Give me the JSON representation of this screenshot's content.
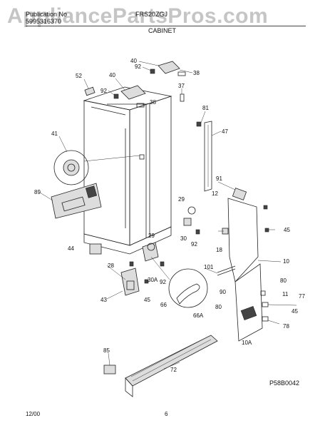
{
  "header": {
    "publication_label": "Publication No",
    "publication_number": "5995316370",
    "model": "FRS20ZGJ",
    "section": "CABINET"
  },
  "watermark": "AppliancePartsPros.com",
  "figure_code": "P58B0042",
  "footer": {
    "date": "12/00",
    "page": "6"
  },
  "callouts": {
    "c40a": "40",
    "c92a": "92",
    "c38a": "38",
    "c52": "52",
    "c40b": "40",
    "c37": "37",
    "c92b": "92",
    "c38b": "38",
    "c81": "81",
    "c47": "47",
    "c41": "41",
    "c91": "91",
    "c12": "12",
    "c89": "89",
    "c29a": "29",
    "c45a": "45",
    "c30a": "30",
    "c92c": "92",
    "c29b": "29",
    "c18": "18",
    "c44": "44",
    "c10a": "10",
    "c101": "101",
    "c28": "28",
    "c30b": "30A",
    "c92d": "92",
    "c80a": "80",
    "c90": "90",
    "c11": "11",
    "c77": "77",
    "c43": "43",
    "c45b": "45",
    "c66": "66",
    "c66a": "66A",
    "c80b": "80",
    "c45c": "45",
    "c78": "78",
    "c10b": "10A",
    "c85": "85",
    "c72": "72"
  }
}
